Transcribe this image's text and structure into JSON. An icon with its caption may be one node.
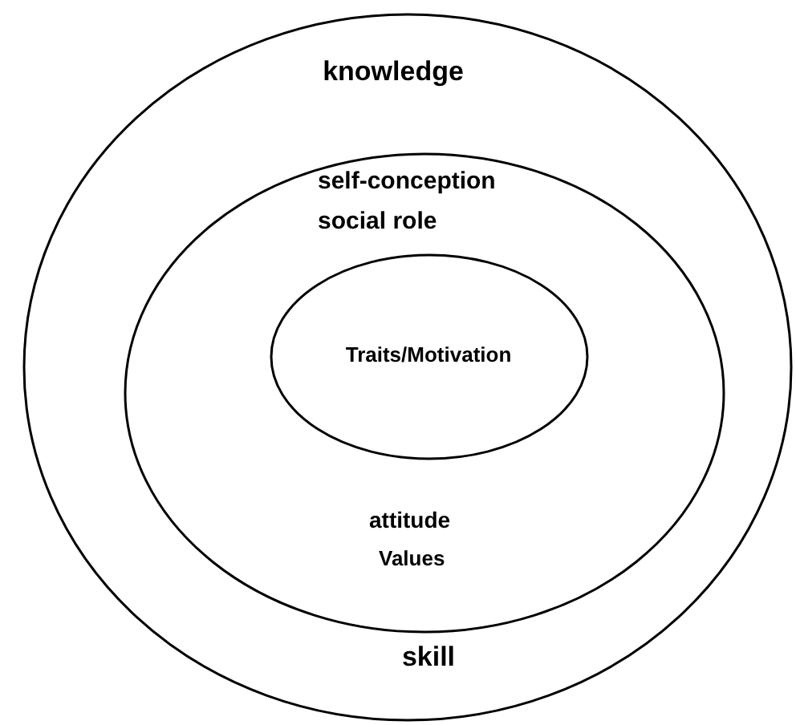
{
  "diagram": {
    "nodes": [
      {
        "text": [
          "knowledge",
          "skill"
        ]
      },
      {
        "text": [
          "self-conception",
          "social role",
          "attitude",
          "Values"
        ],
        "in": 0
      },
      {
        "text": [
          "Traits/Motivation"
        ],
        "in": 1
      }
    ]
  }
}
